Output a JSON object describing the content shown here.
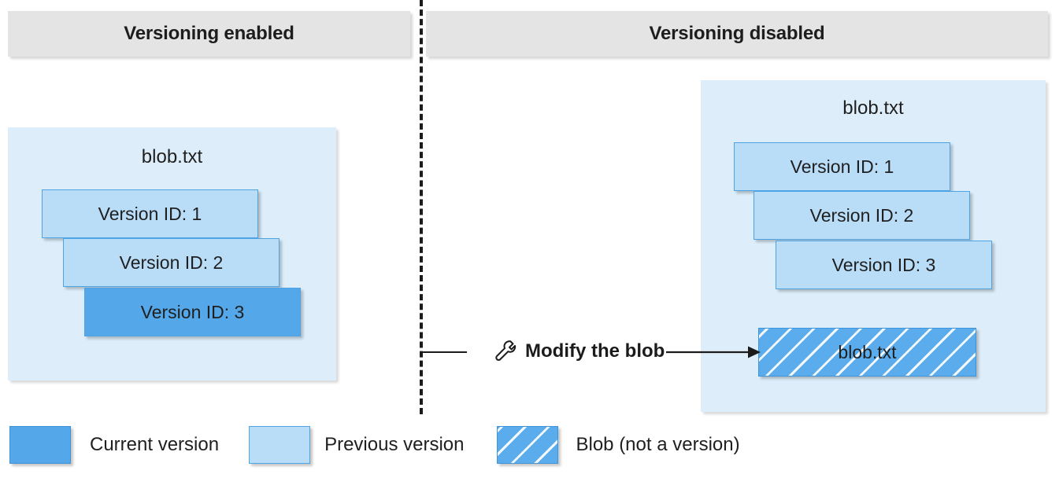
{
  "columns": {
    "left": {
      "title": "Versioning enabled"
    },
    "right": {
      "title": "Versioning disabled"
    }
  },
  "panels": {
    "left": {
      "blob_name": "blob.txt",
      "cards": [
        {
          "label": "Version ID: 1",
          "state": "previous"
        },
        {
          "label": "Version ID: 2",
          "state": "previous"
        },
        {
          "label": "Version ID: 3",
          "state": "current"
        }
      ]
    },
    "right": {
      "blob_name": "blob.txt",
      "cards": [
        {
          "label": "Version ID: 1",
          "state": "previous"
        },
        {
          "label": "Version ID: 2",
          "state": "previous"
        },
        {
          "label": "Version ID: 3",
          "state": "previous"
        }
      ],
      "hatched_blob": {
        "label": "blob.txt",
        "state": "blob-not-a-version"
      }
    }
  },
  "flow": {
    "icon": "wrench-icon",
    "label": "Modify the blob"
  },
  "legend": [
    {
      "label": "Current version",
      "swatch": "solid-blue",
      "color": "#54a8ea"
    },
    {
      "label": "Previous version",
      "swatch": "light-blue",
      "color": "#b9dcf7"
    },
    {
      "label": "Blob (not a version)",
      "swatch": "hatched-blue",
      "color": "#5aacec"
    }
  ],
  "colors": {
    "panel_background": "#ddeefa",
    "header_background": "#e4e4e4",
    "current_version": "#54a8ea",
    "previous_version": "#b9dcf7",
    "blob_hatched": "#5aacec",
    "border_blue": "#4fa3e3",
    "text": "#1f1f1f",
    "divider": "#1b1b1b"
  }
}
